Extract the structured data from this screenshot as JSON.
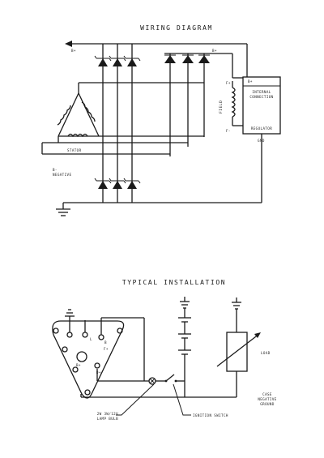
{
  "wiring": {
    "title": "WIRING DIAGRAM",
    "b_plus_out": "B+",
    "b_plus_reg": "B+",
    "diode_b_plus": "B+",
    "internal_connection_1": "INTERNAL",
    "internal_connection_2": "CONNECTION",
    "field": "FIELD",
    "field_f_plus": "F+",
    "field_f_minus": "F-",
    "regulator": "REGULATOR",
    "gnd": "GND",
    "stator": "STATOR",
    "negative_1": "B-",
    "negative_2": "NEGATIVE"
  },
  "installation": {
    "title": "TYPICAL INSTALLATION",
    "term_l": "L",
    "term_b": "B",
    "term_f": "F+",
    "term_bplus": "B+",
    "term_d": "D+",
    "load": "LOAD",
    "case_1": "CASE",
    "case_2": "NEGATIVE",
    "case_3": "GROUND",
    "lamp_1": "2W 3W/12V",
    "lamp_2": "LAMP BULB",
    "ignition": "IGNITION SWITCH"
  }
}
